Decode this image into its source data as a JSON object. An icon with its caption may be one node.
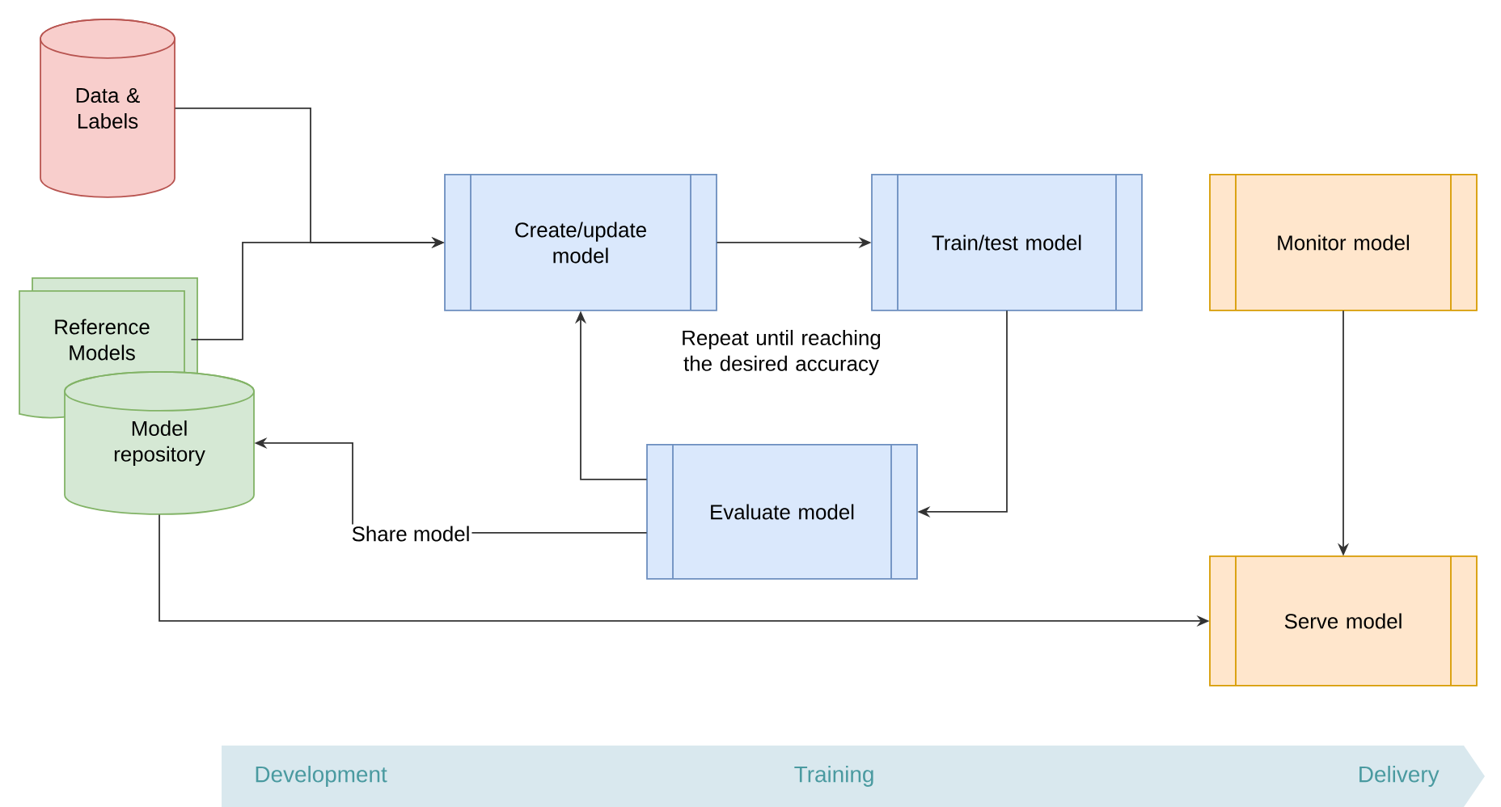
{
  "diagram": {
    "nodes": [
      {
        "text": [
          "Data & Labels"
        ]
      },
      {
        "text": [
          "Reference Models"
        ]
      },
      {
        "text": [
          "Model repository"
        ]
      },
      {
        "text": [
          "Create/update model"
        ]
      },
      {
        "text": [
          "Train/test model"
        ]
      },
      {
        "text": [
          "Evaluate model"
        ]
      },
      {
        "text": [
          "Monitor model"
        ]
      },
      {
        "text": [
          "Serve model"
        ]
      },
      {
        "text": [
          "Development",
          "Training",
          "Delivery"
        ]
      }
    ],
    "edges": [
      {
        "from": 0,
        "to": 3,
        "arrow": "to"
      },
      {
        "from": 1,
        "to": 3,
        "arrow": "to"
      },
      {
        "from": 3,
        "to": 4,
        "arrow": "to"
      },
      {
        "from": 4,
        "to": 5,
        "arrow": "to"
      },
      {
        "from": 5,
        "to": 3,
        "arrow": "to"
      },
      {
        "from": 5,
        "to": 2,
        "arrow": "to",
        "label": "Share model"
      },
      {
        "from": 2,
        "to": 7,
        "arrow": "to"
      },
      {
        "from": 6,
        "to": 7,
        "arrow": "to"
      }
    ],
    "labels": [
      "Repeat until reaching the desired accuracy"
    ]
  }
}
